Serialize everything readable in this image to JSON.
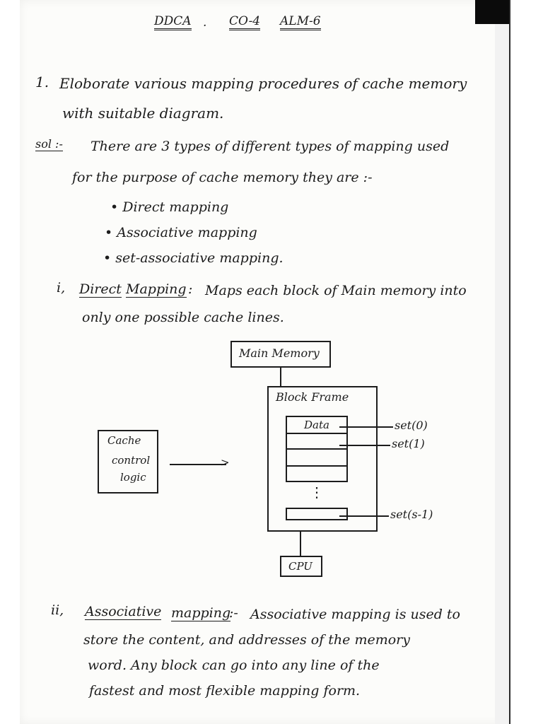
{
  "header": {
    "subject": "DDCA",
    "unit": "CO-4",
    "alm": "ALM-6",
    "dot": "."
  },
  "question1": {
    "number": "1.",
    "line1": "Eloborate various mapping procedures of cache memory",
    "line2": "with suitable diagram."
  },
  "solution": {
    "label": "sol :-",
    "line1": "There are 3 types of different types of mapping used",
    "line2": "for the purpose of cache memory they are :-",
    "bullets": [
      "Direct mapping",
      "Associative mapping",
      "set-associative mapping."
    ]
  },
  "direct": {
    "number": "i,",
    "title_a": "Direct",
    "title_b": "Mapping",
    "colon": ":",
    "line1": "Maps each block of Main memory into",
    "line2": "only one possible cache lines."
  },
  "diagram": {
    "main_memory": "Main Memory",
    "block_frame": "Block Frame",
    "data": "Data",
    "cache_control_1": "Cache",
    "cache_control_2": "control",
    "cache_control_3": "logic",
    "set0": "set(0)",
    "set1": "set(1)",
    "set_last": "set(s-1)",
    "vdots": "⋮",
    "cpu": "CPU"
  },
  "associative": {
    "number": "ii,",
    "title_a": "Associative",
    "title_b": "mapping",
    "sep": ":-",
    "line1_rest": "Associative mapping is used to",
    "line2": "store the content, and addresses of the memory",
    "line3": "word. Any block can go into any line of the",
    "line4": "fastest and most flexible mapping form."
  }
}
